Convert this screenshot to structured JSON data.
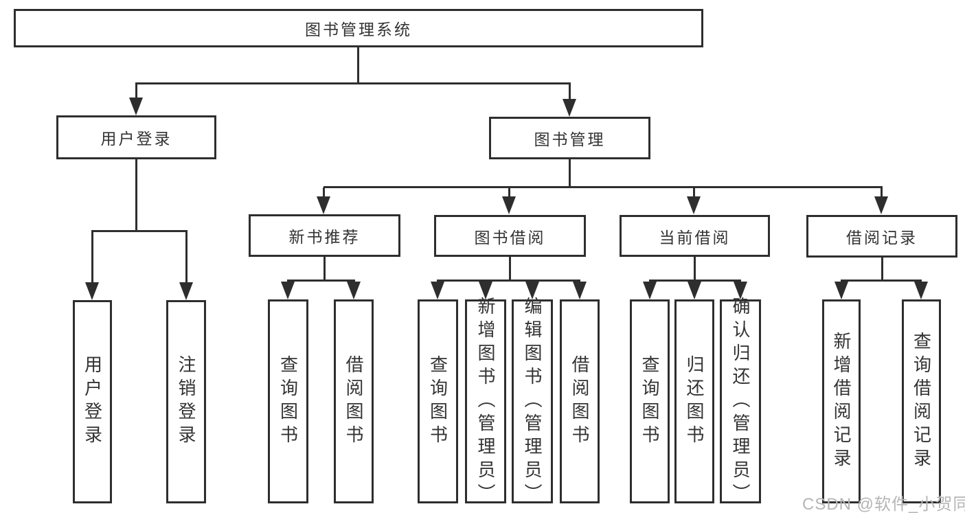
{
  "diagram": {
    "root": {
      "label": "图书管理系统"
    },
    "level2": [
      {
        "label": "用户登录",
        "children": [
          {
            "label": "用户登录"
          },
          {
            "label": "注销登录"
          }
        ]
      },
      {
        "label": "图书管理",
        "children": [
          {
            "label": "新书推荐",
            "children": [
              {
                "label": "查询图书"
              },
              {
                "label": "借阅图书"
              }
            ]
          },
          {
            "label": "图书借阅",
            "children": [
              {
                "label": "查询图书"
              },
              {
                "label": "新增图书（管理员）"
              },
              {
                "label": "编辑图书（管理员）"
              },
              {
                "label": "借阅图书"
              }
            ]
          },
          {
            "label": "当前借阅",
            "children": [
              {
                "label": "查询图书"
              },
              {
                "label": "归还图书"
              },
              {
                "label": "确认归还（管理员）"
              }
            ]
          },
          {
            "label": "借阅记录",
            "children": [
              {
                "label": "新增借阅记录"
              },
              {
                "label": "查询借阅记录"
              }
            ]
          }
        ]
      }
    ]
  },
  "watermark": {
    "text": "CSDN @软件_小贺同学"
  },
  "colors": {
    "line": "#2e2e2e",
    "text": "#333333",
    "box_background": "#ffffff",
    "page_background": "#ffffff",
    "watermark": "#b5b5b5"
  }
}
